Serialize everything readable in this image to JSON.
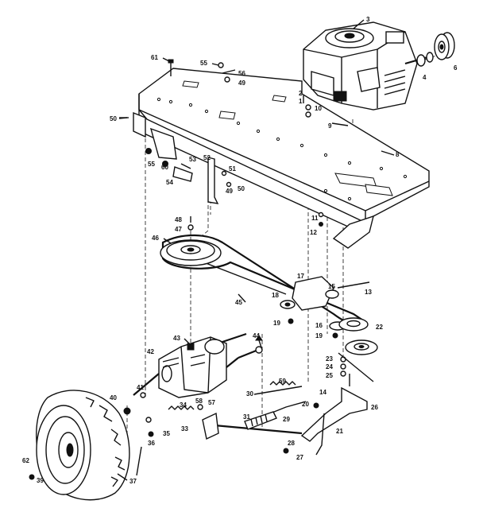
{
  "labels": [
    {
      "id": "3",
      "text": "3"
    },
    {
      "id": "4",
      "text": "4"
    },
    {
      "id": "6",
      "text": "6"
    },
    {
      "id": "61",
      "text": "61"
    },
    {
      "id": "55a",
      "text": "55"
    },
    {
      "id": "56",
      "text": "56"
    },
    {
      "id": "49a",
      "text": "49"
    },
    {
      "id": "50a",
      "text": "50"
    },
    {
      "id": "2",
      "text": "2"
    },
    {
      "id": "1",
      "text": "1"
    },
    {
      "id": "10",
      "text": "10"
    },
    {
      "id": "9",
      "text": "9"
    },
    {
      "id": "8",
      "text": "8"
    },
    {
      "id": "55b",
      "text": "55"
    },
    {
      "id": "60",
      "text": "60"
    },
    {
      "id": "53",
      "text": "53"
    },
    {
      "id": "52",
      "text": "52"
    },
    {
      "id": "54",
      "text": "54"
    },
    {
      "id": "51",
      "text": "51"
    },
    {
      "id": "49b",
      "text": "49"
    },
    {
      "id": "50b",
      "text": "50"
    },
    {
      "id": "11",
      "text": "11"
    },
    {
      "id": "12",
      "text": "12"
    },
    {
      "id": "48",
      "text": "48"
    },
    {
      "id": "47a",
      "text": "47"
    },
    {
      "id": "46",
      "text": "46"
    },
    {
      "id": "15",
      "text": "15"
    },
    {
      "id": "17",
      "text": "17"
    },
    {
      "id": "13",
      "text": "13"
    },
    {
      "id": "18",
      "text": "18"
    },
    {
      "id": "45",
      "text": "45"
    },
    {
      "id": "19a",
      "text": "19"
    },
    {
      "id": "16",
      "text": "16"
    },
    {
      "id": "19b",
      "text": "19"
    },
    {
      "id": "22",
      "text": "22"
    },
    {
      "id": "23",
      "text": "23"
    },
    {
      "id": "24a",
      "text": "24"
    },
    {
      "id": "25",
      "text": "25"
    },
    {
      "id": "43",
      "text": "43"
    },
    {
      "id": "44",
      "text": "44"
    },
    {
      "id": "42",
      "text": "42"
    },
    {
      "id": "41",
      "text": "41"
    },
    {
      "id": "40",
      "text": "40"
    },
    {
      "id": "59",
      "text": "59"
    },
    {
      "id": "30",
      "text": "30"
    },
    {
      "id": "58",
      "text": "58"
    },
    {
      "id": "57",
      "text": "57"
    },
    {
      "id": "34",
      "text": "34"
    },
    {
      "id": "14",
      "text": "14"
    },
    {
      "id": "20",
      "text": "20"
    },
    {
      "id": "26",
      "text": "26"
    },
    {
      "id": "29",
      "text": "29"
    },
    {
      "id": "31",
      "text": "31"
    },
    {
      "id": "21",
      "text": "21"
    },
    {
      "id": "28",
      "text": "28"
    },
    {
      "id": "27",
      "text": "27"
    },
    {
      "id": "36",
      "text": "36"
    },
    {
      "id": "35",
      "text": "35"
    },
    {
      "id": "33",
      "text": "33"
    },
    {
      "id": "62",
      "text": "62"
    },
    {
      "id": "39",
      "text": "39"
    },
    {
      "id": "37",
      "text": "37"
    }
  ]
}
